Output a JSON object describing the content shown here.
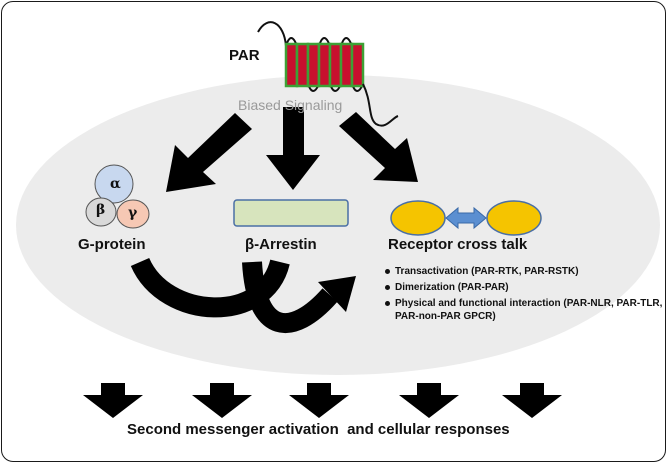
{
  "labels": {
    "receptor": "PAR",
    "biased": "Biased Signaling",
    "gprotein": "G-protein",
    "arrestin": "β-Arrestin",
    "crosstalk": "Receptor cross talk",
    "footer": "Second messenger activation  and cellular responses"
  },
  "subunits": {
    "alpha": "α",
    "beta": "β",
    "gamma": "γ"
  },
  "crosstalk_items": [
    "Transactivation (PAR-RTK, PAR-RSTK)",
    "Dimerization (PAR-PAR)",
    "Physical and functional interaction (PAR-NLR, PAR-TLR, PAR-non-PAR GPCR)"
  ],
  "colors": {
    "ellipse_fill": "#ececec",
    "helix_red": "#c8102e",
    "helix_green": "#3da135",
    "alpha_fill": "#c8d8ef",
    "beta_fill": "#d9d9d9",
    "gamma_fill": "#f6c8b4",
    "arrestin_fill": "#d7e4bd",
    "arrestin_stroke": "#4a6fa5",
    "crosstalk_fill": "#f5c400",
    "double_arrow": "#5b8fd1",
    "arrow": "#000000"
  }
}
